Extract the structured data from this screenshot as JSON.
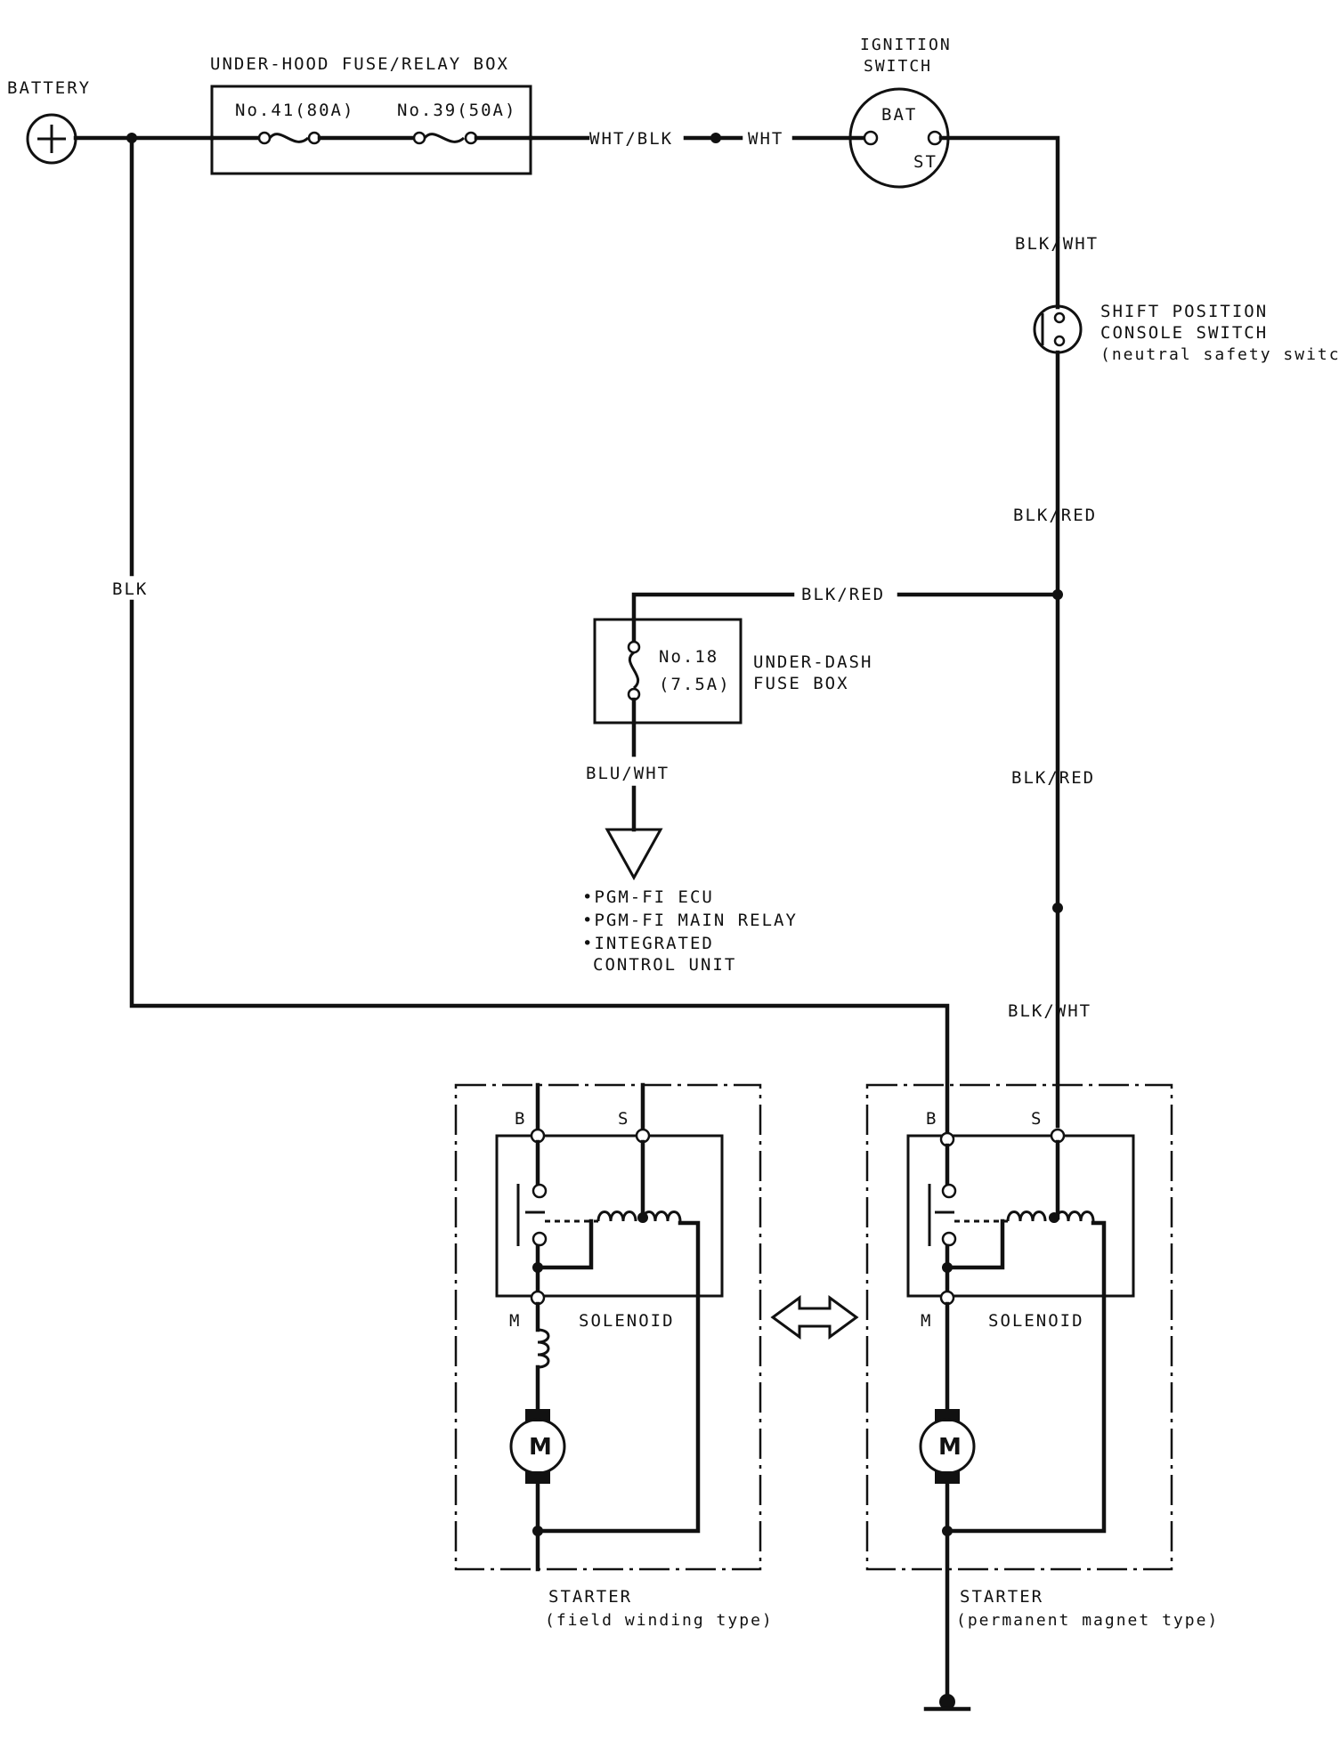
{
  "labels": {
    "battery": "BATTERY",
    "battery_symbol": "+",
    "fuse_relay_box": "UNDER-HOOD FUSE/RELAY BOX",
    "fuse41": "No.41(80A)",
    "fuse39": "No.39(50A)",
    "wire_wht_blk": "WHT/BLK",
    "wire_wht": "WHT",
    "ignition_switch_line1": "IGNITION",
    "ignition_switch_line2": "SWITCH",
    "bat_terminal": "BAT",
    "st_terminal": "ST",
    "wire_blk_wht_top": "BLK/WHT",
    "shift_line1": "SHIFT POSITION",
    "shift_line2": "CONSOLE SWITCH",
    "shift_line3": "(neutral safety switch)",
    "wire_blk_red_1": "BLK/RED",
    "wire_blk_red_2": "BLK/RED",
    "wire_blk_red_3": "BLK/RED",
    "wire_blk": "BLK",
    "fuse18_line1": "No.18",
    "fuse18_line2": "(7.5A)",
    "underdash_line1": "UNDER-DASH",
    "underdash_line2": "FUSE BOX",
    "wire_blu_wht": "BLU/WHT",
    "dest1": "•PGM-FI ECU",
    "dest2": "•PGM-FI MAIN RELAY",
    "dest3_line1": "•INTEGRATED",
    "dest3_line2": "CONTROL UNIT",
    "wire_blk_wht_bottom": "BLK/WHT",
    "terminal_b": "B",
    "terminal_s": "S",
    "terminal_m": "M",
    "solenoid": "SOLENOID",
    "motor": "M",
    "starter_left_line1": "STARTER",
    "starter_left_line2": "(field winding type)",
    "starter_right_line1": "STARTER",
    "starter_right_line2": "(permanent magnet type)"
  }
}
